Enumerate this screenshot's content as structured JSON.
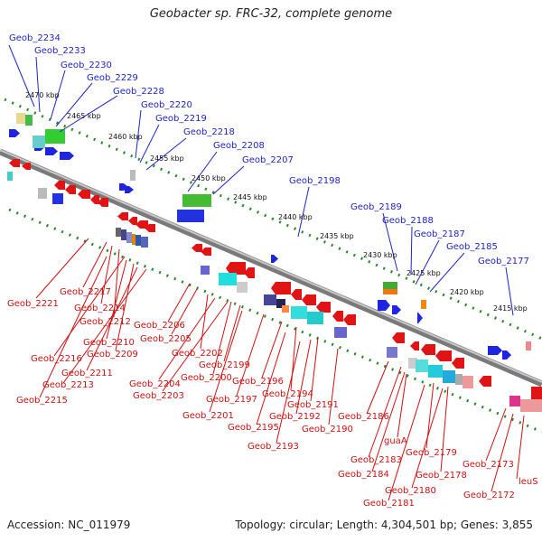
{
  "title": "Geobacter sp. FRC-32, complete genome",
  "accession": "Accession: NC_011979",
  "summary": "Topology: circular; Length: 4,304,501 bp; Genes: 3,855",
  "colors": {
    "forward_gene": "#1f24e0",
    "reverse_gene": "#e01414",
    "label_blue": "#1f24c8",
    "label_red": "#cf1010",
    "backbone": "#888888",
    "tick": "#2a8a2a"
  },
  "kbp_marks": [
    "2470 kbp",
    "2465 kbp",
    "2460 kbp",
    "2455 kbp",
    "2450 kbp",
    "2445 kbp",
    "2440 kbp",
    "2435 kbp",
    "2430 kbp",
    "2425 kbp",
    "2420 kbp",
    "2415 kbp"
  ],
  "top_labels": [
    "Geob_2234",
    "Geob_2233",
    "Geob_2230",
    "Geob_2229",
    "Geob_2228",
    "Geob_2220",
    "Geob_2219",
    "Geob_2218",
    "Geob_2208",
    "Geob_2207",
    "Geob_2198",
    "Geob_2189",
    "Geob_2188",
    "Geob_2187",
    "Geob_2185",
    "Geob_2177"
  ],
  "bottom_labels": [
    "Geob_2221",
    "Geob_2217",
    "Geob_2214",
    "Geob_2212",
    "Geob_2216",
    "Geob_2210",
    "Geob_2209",
    "Geob_2211",
    "Geob_2213",
    "Geob_2215",
    "Geob_2206",
    "Geob_2205",
    "Geob_2202",
    "Geob_2204",
    "Geob_2200",
    "Geob_2199",
    "Geob_2203",
    "Geob_2197",
    "Geob_2201",
    "Geob_2196",
    "Geob_2194",
    "Geob_2191",
    "Geob_2195",
    "Geob_2192",
    "Geob_2190",
    "Geob_2193",
    "Geob_2186",
    "guaA",
    "Geob_2183",
    "Geob_2179",
    "Geob_2184",
    "Geob_2178",
    "Geob_2180",
    "Geob_2181",
    "Geob_2173",
    "leuS",
    "Geob_2172"
  ]
}
